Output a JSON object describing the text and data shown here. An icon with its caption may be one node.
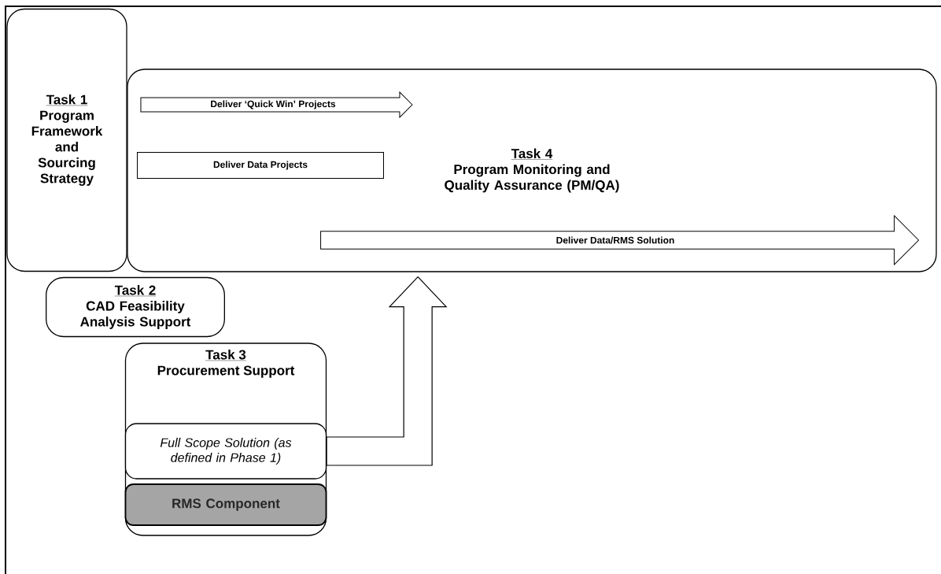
{
  "diagram": {
    "nodes": [
      {
        "text": [
          "Task 1",
          "Program Framework and Sourcing Strategy"
        ]
      },
      {
        "text": [
          "Task 4",
          "Program Monitoring and Quality Assurance (PM/QA)"
        ]
      },
      {
        "text": [
          "Deliver ‘Quick Win’ Projects"
        ],
        "in": 1
      },
      {
        "text": [
          "Deliver Data Projects"
        ],
        "in": 1
      },
      {
        "text": [
          "Deliver Data/RMS Solution"
        ],
        "in": 1
      },
      {
        "text": [
          "Task 2",
          "CAD Feasibility Analysis Support"
        ]
      },
      {
        "text": [
          "Task 3",
          "Procurement Support"
        ]
      },
      {
        "text": [
          "Full Scope Solution (as defined in Phase 1)"
        ],
        "in": 6
      },
      {
        "text": [
          "RMS Component"
        ],
        "in": 6
      }
    ],
    "edges": [
      {
        "from": 7,
        "to": 1,
        "arrow": "to"
      }
    ]
  }
}
